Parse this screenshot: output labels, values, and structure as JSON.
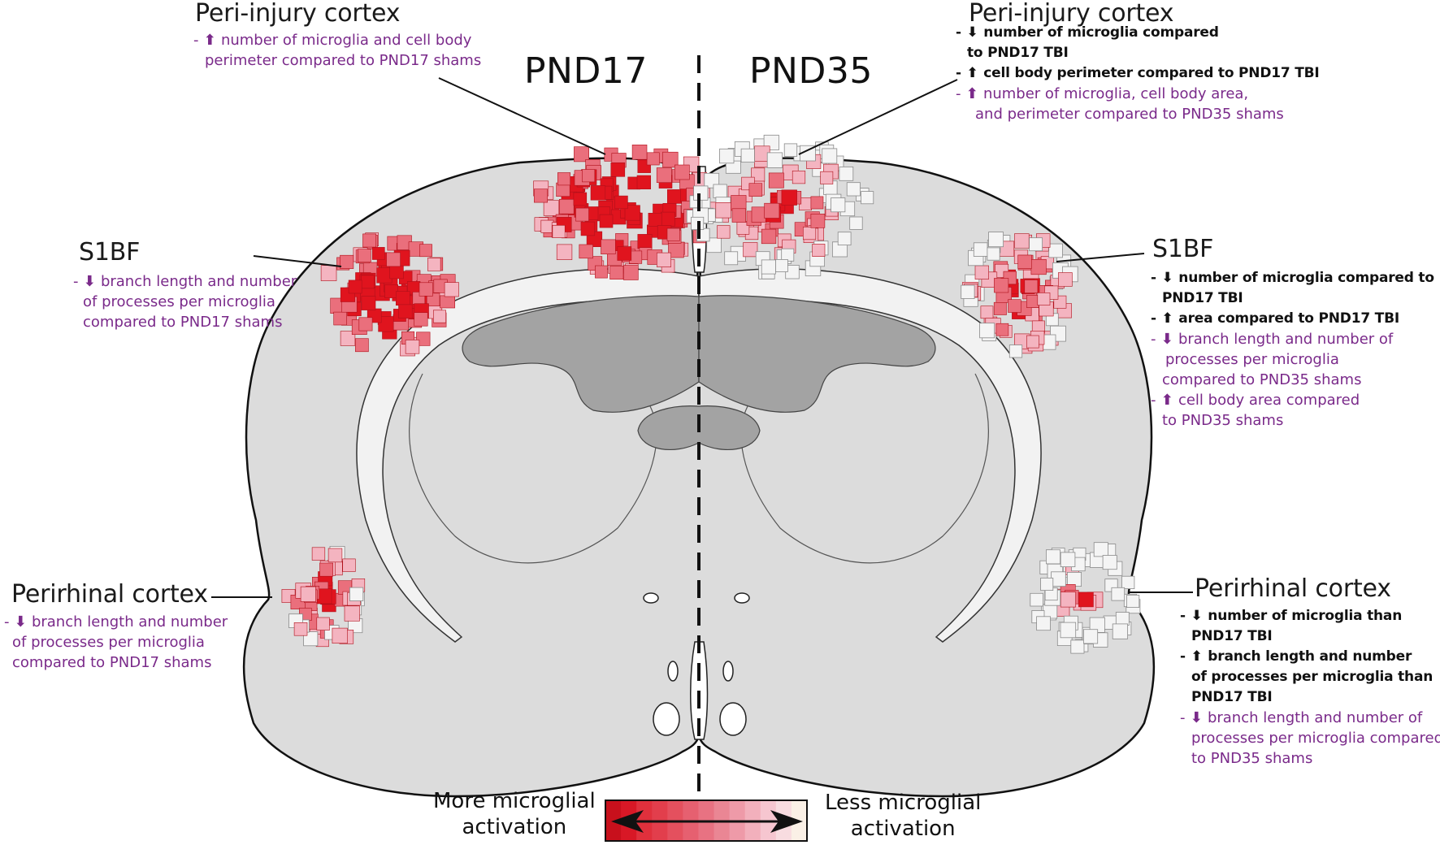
{
  "age_left": "PND17",
  "age_right": "PND35",
  "colors": {
    "stronger_activation": "#e0141e",
    "moderate_activation": "#ea6f7c",
    "weak_activation": "#f4b4c0",
    "low_activation": "#f4f4f4",
    "shams_comparison_text": "#7a2a8a",
    "tbi_comparison_text": "#111111",
    "brain_fill": "#dcdcdc",
    "white_matter": "#f2f2f2",
    "ventricle": "#a3a3a3"
  },
  "left": {
    "peri": {
      "title": "Peri-injury cortex",
      "l1_prefix": "- ",
      "l1_arrow": "up-arrow",
      "l1_text": "number of microglia and cell body",
      "l2_text": "perimeter compared to PND17 shams"
    },
    "s1bf": {
      "title": "S1BF",
      "l1_prefix": "- ",
      "l1_arrow": "down-arrow",
      "l1_text": "branch length and number",
      "l2_text": "of processes per microglia",
      "l3_text": "compared to PND17 shams"
    },
    "perirhinal": {
      "title": "Perirhinal cortex",
      "l1_prefix": "- ",
      "l1_arrow": "down-arrow",
      "l1_text": "branch length and number",
      "l2_text": "of processes per microglia",
      "l3_text": "compared to PND17 shams"
    }
  },
  "right": {
    "peri": {
      "title": "Peri-injury cortex",
      "b1_text": "number of microglia compared",
      "b1_cont": "to PND17 TBI",
      "b2_text": "cell body perimeter compared to PND17 TBI",
      "p1_text": "number of microglia, cell body area,",
      "p1_cont": "and perimeter compared to PND35 shams"
    },
    "s1bf": {
      "title": "S1BF",
      "b1_text": "number of microglia compared to",
      "b1_cont": "PND17 TBI",
      "b2_text": "area compared to PND17 TBI",
      "p1_text": "branch length and number of",
      "p1_cont1": "processes per microglia",
      "p1_cont2": "compared to PND35 shams",
      "p2_text": "cell body area compared",
      "p2_cont": "to PND35 shams"
    },
    "perirhinal": {
      "title": "Perirhinal cortex",
      "b1_text": "number of microglia than",
      "b1_cont": "PND17 TBI",
      "b2_text": "branch length and number",
      "b2_cont1": "of processes per microglia than",
      "b2_cont2": "PND17 TBI",
      "p1_text": "branch length  and number of",
      "p1_cont1": "processes per microglia compared",
      "p1_cont2": "to PND35 shams"
    }
  },
  "legend": {
    "more_l1": "More microglial",
    "more_l2": "activation",
    "less_l1": "Less microglial",
    "less_l2": "activation",
    "gradient": [
      "#c8101c",
      "#d81826",
      "#e0303c",
      "#e23e4c",
      "#e4505e",
      "#e66070",
      "#e87282",
      "#ea8694",
      "#ee9aa8",
      "#f2b0bc",
      "#f6c6d0",
      "#f8dce0",
      "#faf0e6"
    ]
  }
}
